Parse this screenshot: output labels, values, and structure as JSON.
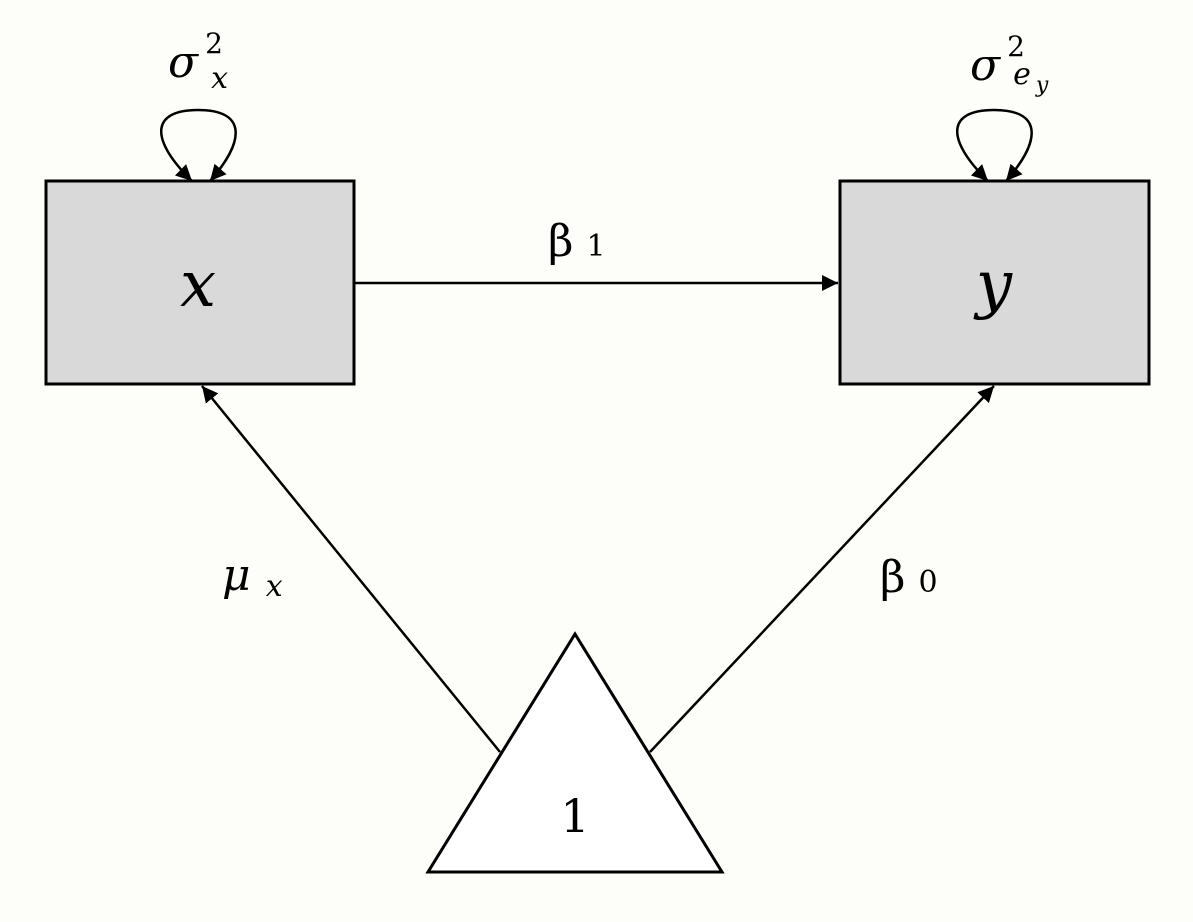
{
  "nodes": {
    "x": {
      "label": "x"
    },
    "y": {
      "label": "y"
    },
    "constant": {
      "label": "1"
    }
  },
  "paths": {
    "x_to_y": {
      "symbol": "β",
      "subscript": "1"
    },
    "const_to_x": {
      "symbol": "μ",
      "subscript": "x"
    },
    "const_to_y": {
      "symbol": "β",
      "subscript": "0"
    }
  },
  "variances": {
    "x": {
      "symbol": "σ",
      "subscript": "x",
      "superscript": "2"
    },
    "y": {
      "symbol": "σ",
      "subscript": "e",
      "subsubscript": "y",
      "superscript": "2"
    }
  },
  "colors": {
    "background": "#fdfdf9",
    "observed_fill": "#d9d9d9",
    "constant_fill": "#ffffff",
    "stroke": "#000000"
  }
}
